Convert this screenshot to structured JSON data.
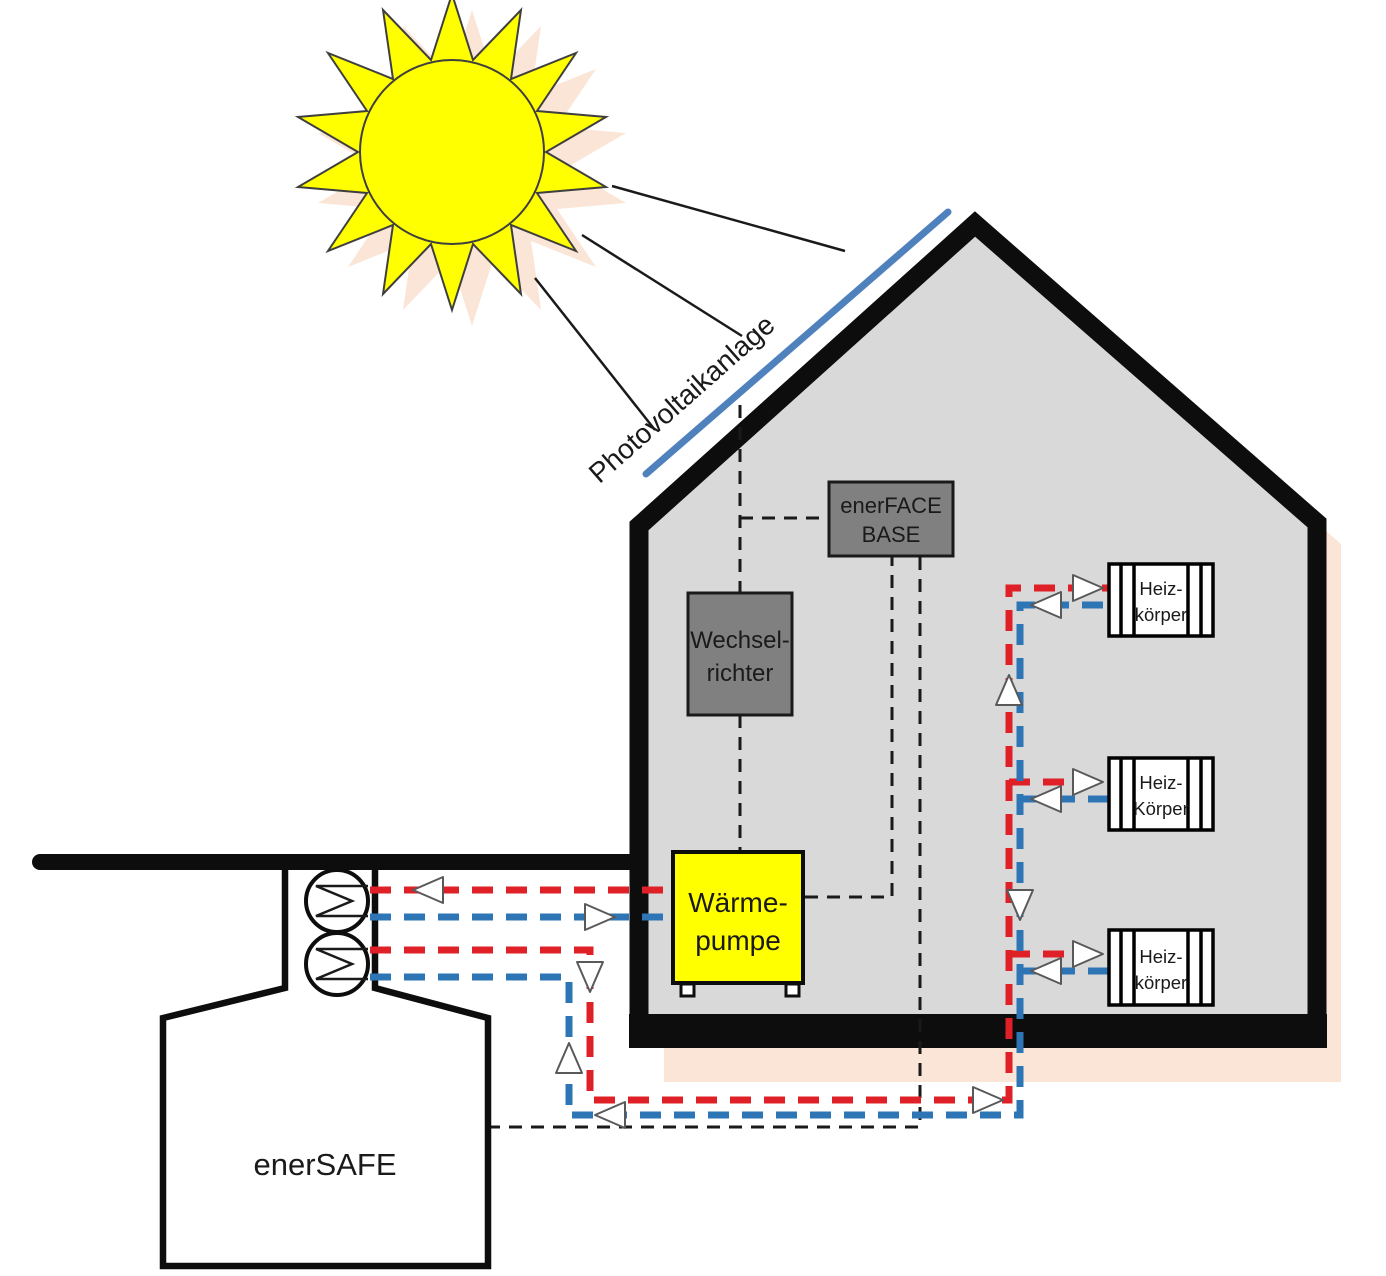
{
  "labels": {
    "photovoltaik": "Photovoltaikanlage",
    "enerface": {
      "line1": "enerFACE",
      "line2": "BASE"
    },
    "wechselrichter": {
      "line1": "Wechsel-",
      "line2": "richter"
    },
    "waermepumpe": {
      "line1": "Wärme-",
      "line2": "pumpe"
    },
    "enersafe": "enerSAFE"
  },
  "radiators": [
    {
      "line1": "Heiz-",
      "line2": "körper"
    },
    {
      "line1": "Heiz-",
      "line2": "Körper"
    },
    {
      "line1": "Heiz-",
      "line2": "körper"
    }
  ],
  "colors": {
    "supply_red": "#df2026",
    "return_blue": "#2e75b6",
    "pv_panel_blue": "#4f81bd",
    "house_fill": "#d9d9d9",
    "shadow_peach": "#fbe5d6",
    "component_gray": "#808080",
    "heat_pump_yellow": "#ffff00",
    "sun_yellow": "#ffff00",
    "outline_black": "#0d0d0d"
  }
}
